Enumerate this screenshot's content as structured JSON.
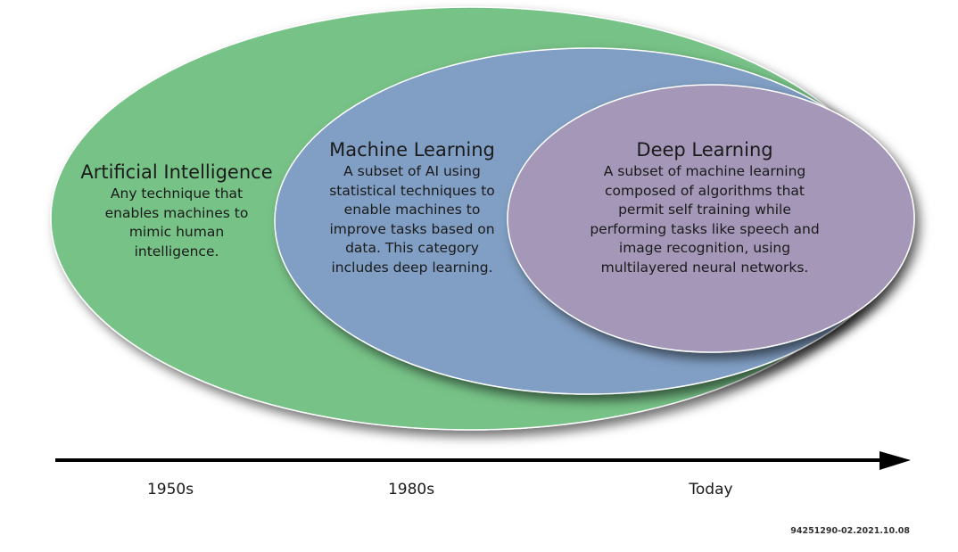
{
  "colors": {
    "ai_fill": "#77c287",
    "ml_fill": "#819fc4",
    "dl_fill": "#a497b8",
    "ring_stroke": "#ffffff",
    "arrow": "#000000"
  },
  "ai": {
    "title": "Artificial Intelligence",
    "lines": [
      "Any technique that",
      "enables machines to",
      "mimic human",
      "intelligence."
    ]
  },
  "ml": {
    "title": "Machine Learning",
    "lines": [
      "A subset of AI using",
      "statistical techniques to",
      "enable machines to",
      "improve tasks based on",
      "data. This category",
      "includes deep learning."
    ]
  },
  "dl": {
    "title": "Deep Learning",
    "lines": [
      "A subset of machine learning",
      "composed of algorithms that",
      "permit self training while",
      "performing tasks like speech and",
      "image recognition, using",
      "multilayered neural networks."
    ]
  },
  "timeline": {
    "labels": [
      "1950s",
      "1980s",
      "Today"
    ]
  },
  "figure_id": "94251290-02.2021.10.08"
}
